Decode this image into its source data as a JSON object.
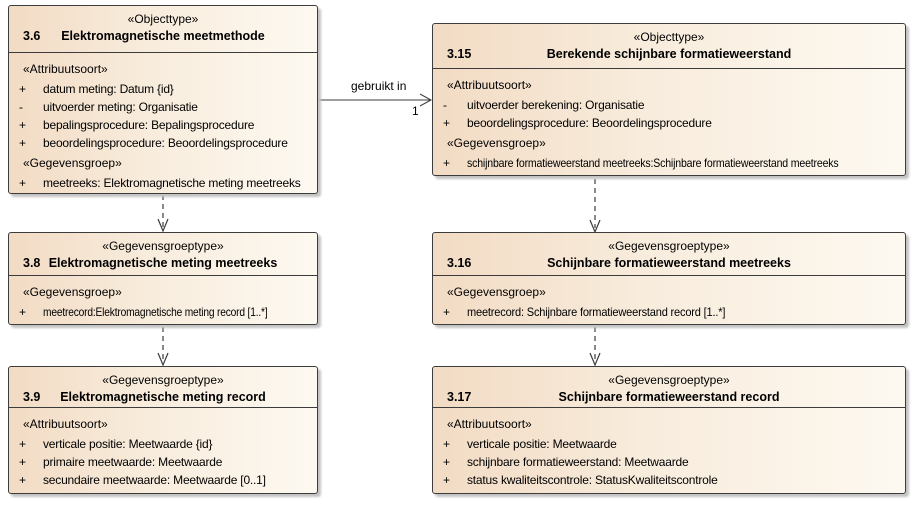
{
  "diagram": {
    "colors": {
      "box_fill_left": "#f2dbc4",
      "box_fill_right": "#fdf9f1",
      "border": "#3c3c3c",
      "shadow": "#c3c3c3",
      "text": "#000000",
      "background": "#ffffff"
    },
    "boxes": [
      {
        "stereotype": "«Objecttype»",
        "number": "3.6",
        "name": "Elektromagnetische meetmethode",
        "sections": [
          {
            "stereotype": "«Attribuutsoort»",
            "rows": [
              {
                "prefix": "+",
                "text": "datum meting: Datum {id}"
              },
              {
                "prefix": "-",
                "text": "uitvoerder meting: Organisatie"
              },
              {
                "prefix": "+",
                "text": "bepalingsprocedure: Bepalingsprocedure"
              },
              {
                "prefix": "+",
                "text": "beoordelingsprocedure: Beoordelingsprocedure"
              }
            ]
          },
          {
            "stereotype": "«Gegevensgroep»",
            "rows": [
              {
                "prefix": "+",
                "text": "meetreeks: Elektromagnetische meting meetreeks"
              }
            ]
          }
        ]
      },
      {
        "stereotype": "«Objecttype»",
        "number": "3.15",
        "name": "Berekende schijnbare formatieweerstand",
        "sections": [
          {
            "stereotype": "«Attribuutsoort»",
            "rows": [
              {
                "prefix": "-",
                "text": "uitvoerder berekening: Organisatie"
              },
              {
                "prefix": "+",
                "text": "beoordelingsprocedure: Beoordelingsprocedure"
              }
            ]
          },
          {
            "stereotype": "«Gegevensgroep»",
            "rows": [
              {
                "prefix": "+",
                "text": "schijnbare formatieweerstand meetreeks:Schijnbare formatieweerstand meetreeks"
              }
            ]
          }
        ]
      },
      {
        "stereotype": "«Gegevensgroeptype»",
        "number": "3.8",
        "name": "Elektromagnetische meting meetreeks",
        "sections": [
          {
            "stereotype": "«Gegevensgroep»",
            "rows": [
              {
                "prefix": "+",
                "text": "meetrecord:Elektromagnetische meting record [1..*]"
              }
            ]
          }
        ]
      },
      {
        "stereotype": "«Gegevensgroeptype»",
        "number": "3.16",
        "name": "Schijnbare formatieweerstand meetreeks",
        "sections": [
          {
            "stereotype": "«Gegevensgroep»",
            "rows": [
              {
                "prefix": "+",
                "text": "meetrecord: Schijnbare formatieweerstand record [1..*]"
              }
            ]
          }
        ]
      },
      {
        "stereotype": "«Gegevensgroeptype»",
        "number": "3.9",
        "name": "Elektromagnetische meting record",
        "sections": [
          {
            "stereotype": "«Attribuutsoort»",
            "rows": [
              {
                "prefix": "+",
                "text": "verticale positie: Meetwaarde {id}"
              },
              {
                "prefix": "+",
                "text": "primaire meetwaarde: Meetwaarde"
              },
              {
                "prefix": "+",
                "text": "secundaire meetwaarde: Meetwaarde [0..1]"
              }
            ]
          }
        ]
      },
      {
        "stereotype": "«Gegevensgroeptype»",
        "number": "3.17",
        "name": "Schijnbare formatieweerstand record",
        "sections": [
          {
            "stereotype": "«Attribuutsoort»",
            "rows": [
              {
                "prefix": "+",
                "text": "verticale positie: Meetwaarde"
              },
              {
                "prefix": "+",
                "text": "schijnbare formatieweerstand: Meetwaarde"
              },
              {
                "prefix": "+",
                "text": "status kwaliteitscontrole: StatusKwaliteitscontrole"
              }
            ]
          }
        ]
      }
    ],
    "connectors": {
      "association": {
        "label": "gebruikt in",
        "multiplicity": "1"
      }
    }
  }
}
